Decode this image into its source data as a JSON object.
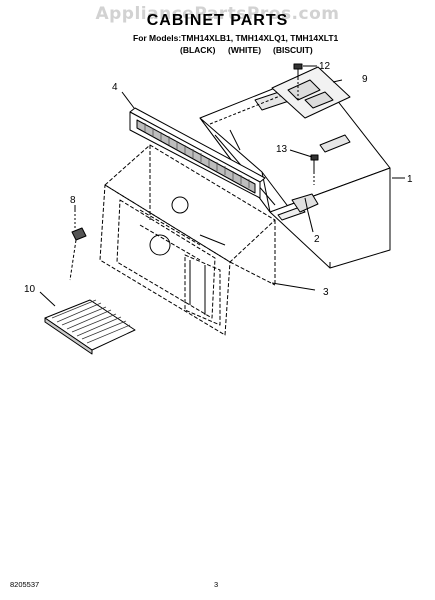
{
  "watermark": "AppliancePartsPros.com",
  "title": "CABINET PARTS",
  "models": "For Models:TMH14XLB1, TMH14XLQ1, TMH14XLT1",
  "colors": [
    "(BLACK)",
    "(WHITE)",
    "(BISCUIT)"
  ],
  "callouts": {
    "c1": "1",
    "c2": "2",
    "c3": "3",
    "c4": "4",
    "c8": "8",
    "c9": "9",
    "c10": "10",
    "c12": "12",
    "c13": "13"
  },
  "footer": {
    "doc_number": "8205537",
    "page": "3"
  }
}
